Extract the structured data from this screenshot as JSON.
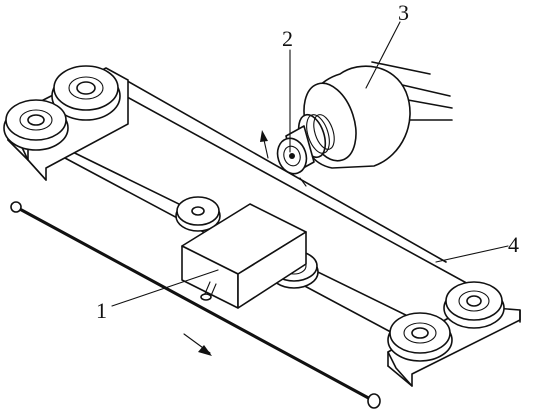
{
  "labels": {
    "part_1": "1",
    "part_2": "2",
    "part_3": "3",
    "part_4": "4"
  }
}
